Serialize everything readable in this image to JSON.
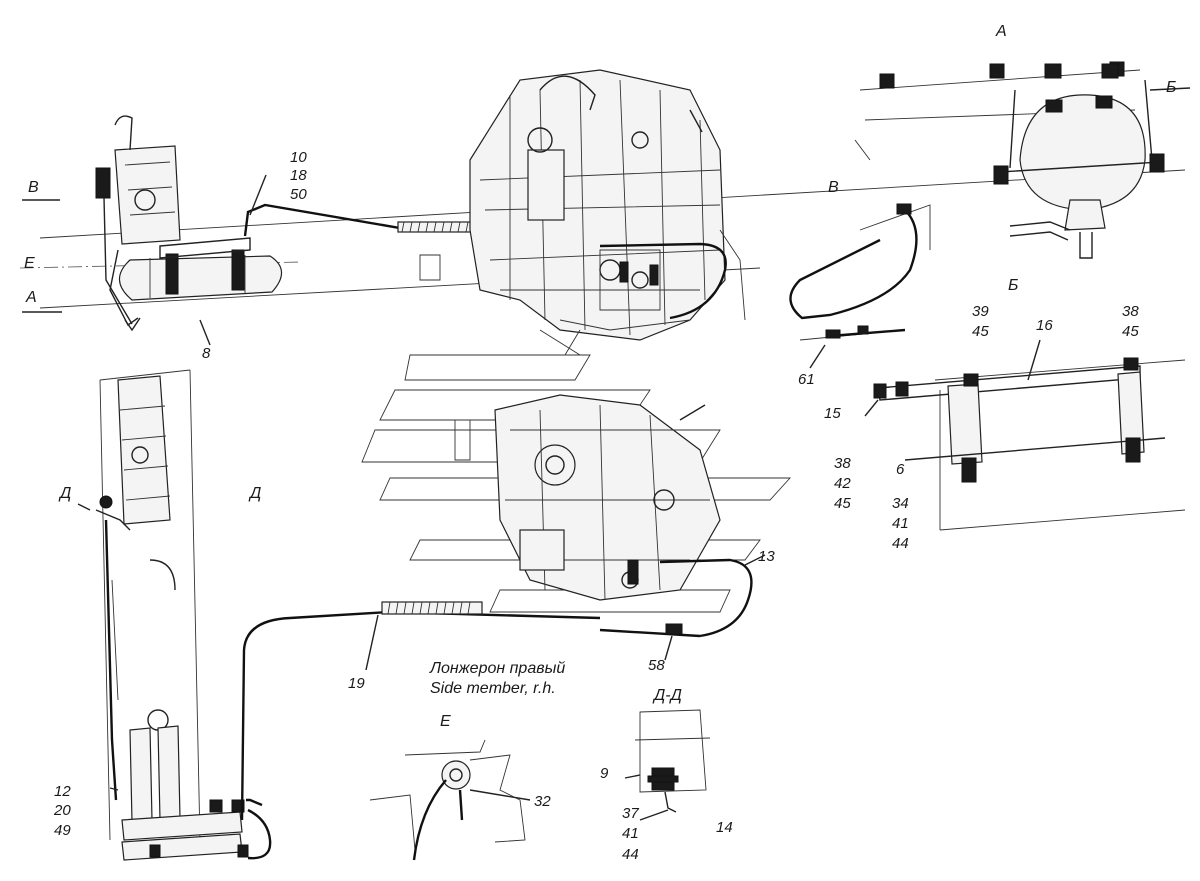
{
  "views": {
    "A": "А",
    "B": "Б",
    "V": "В",
    "E": "Е",
    "D": "Д",
    "DD": "Д-Д"
  },
  "caption": {
    "ru": "Лонжерон правый",
    "en": "Side member, r.h."
  },
  "callouts": {
    "c10": "10",
    "c18": "18",
    "c50": "50",
    "c8": "8",
    "c61": "61",
    "c15": "15",
    "c13": "13",
    "c58": "58",
    "c19": "19",
    "c12": "12",
    "c20": "20",
    "c49": "49",
    "c32": "32",
    "c9": "9",
    "c37": "37",
    "c41": "41",
    "c44": "44",
    "c14": "14",
    "c39": "39",
    "c45": "45",
    "c16": "16",
    "c38": "38",
    "c45b": "45",
    "c6": "6",
    "c38b": "38",
    "c42": "42",
    "c45c": "45",
    "c34": "34",
    "c41b": "41",
    "c44b": "44"
  },
  "colors": {
    "line": "#222222",
    "background": "#ffffff"
  }
}
